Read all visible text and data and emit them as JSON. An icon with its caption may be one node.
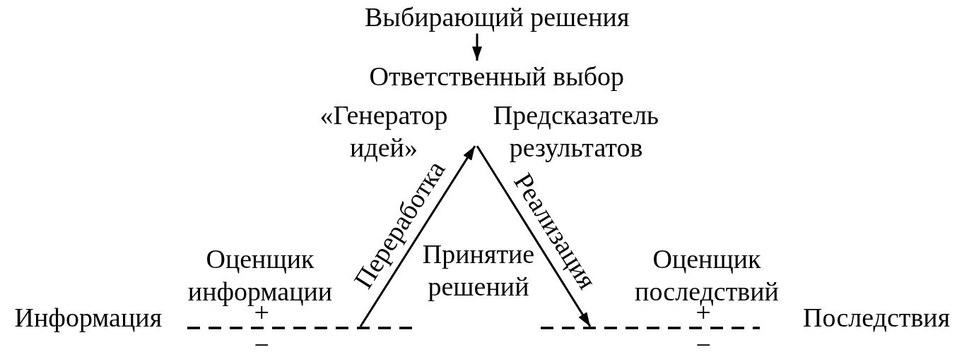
{
  "diagram": {
    "nodes": [
      {
        "text": [
          "Выбирающий решения"
        ]
      },
      {
        "text": [
          "Ответственный выбор"
        ]
      },
      {
        "text": [],
        "shape": "line",
        "beside": [
          "+",
          "−"
        ]
      },
      {
        "text": [],
        "shape": "line",
        "beside": [
          "+",
          "−"
        ]
      }
    ],
    "edges": [
      {
        "from": 0,
        "to": 1,
        "arrow": "to"
      },
      {
        "from": 2,
        "to": null,
        "arrow": "to",
        "label": "Переработка"
      },
      {
        "from": null,
        "to": 3,
        "arrow": "to",
        "label": "Реализация"
      }
    ],
    "labels": [
      "«Генератор идей»",
      "Предсказатель результатов",
      "Оценщик информации",
      "Принятие решений",
      "Оценщик последствий",
      "Информация",
      "Последствия"
    ]
  }
}
